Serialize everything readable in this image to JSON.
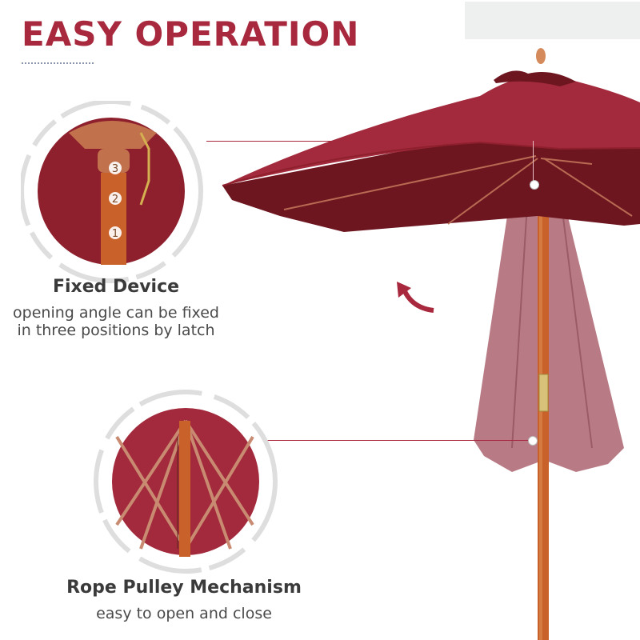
{
  "header": {
    "title": "EASY OPERATION"
  },
  "features": [
    {
      "title": "Fixed Device",
      "description_line1": "opening angle can be fixed",
      "description_line2": "in three positions by latch",
      "markers": [
        "3",
        "2",
        "1"
      ]
    },
    {
      "title": "Rope Pulley Mechanism",
      "description_line1": "easy to open and close"
    }
  ],
  "colors": {
    "accent": "#a8283d",
    "canopy": "#8e1f2c",
    "canopy_dark": "#6e1620",
    "pole": "#c8622a",
    "closed_canopy": "#b06d78",
    "ring": "#dcdcdc"
  },
  "icons": {
    "open_arrow": "curved-arrow-up-left"
  }
}
